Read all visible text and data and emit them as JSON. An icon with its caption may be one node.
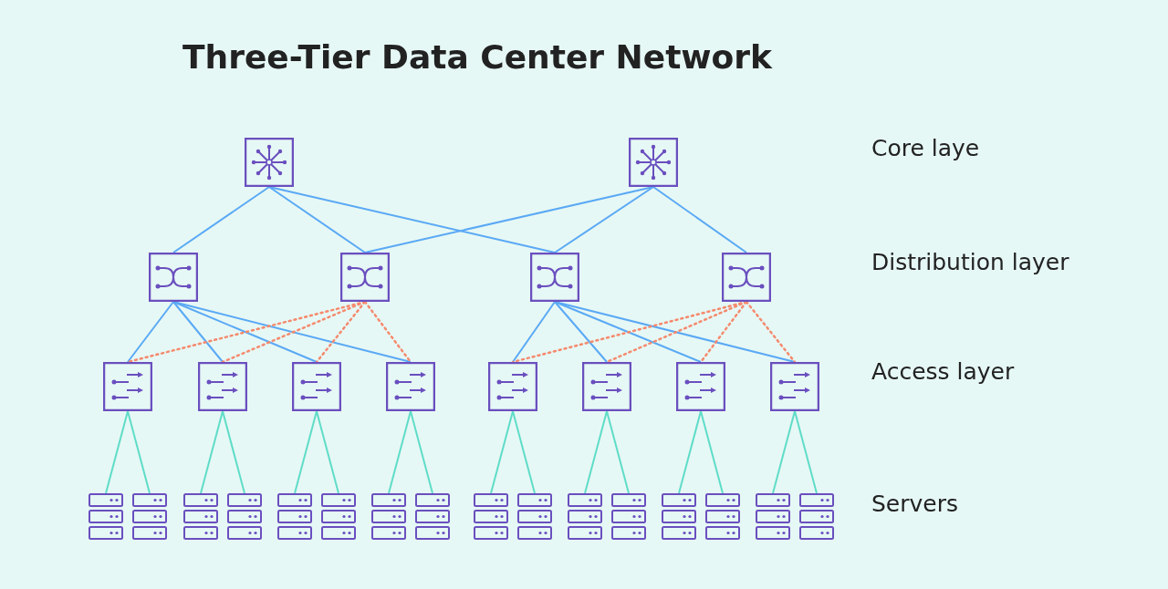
{
  "diagram": {
    "title": "Three-Tier Data Center Network",
    "nodes": [
      {
        "text": [],
        "shape": "picture"
      },
      {
        "text": [],
        "shape": "picture"
      },
      {
        "text": [],
        "shape": "picture"
      },
      {
        "text": [],
        "shape": "picture"
      },
      {
        "text": [],
        "shape": "picture"
      },
      {
        "text": [],
        "shape": "picture"
      },
      {
        "text": [],
        "shape": "picture"
      },
      {
        "text": [],
        "shape": "picture"
      },
      {
        "text": [],
        "shape": "picture"
      },
      {
        "text": [],
        "shape": "picture"
      },
      {
        "text": [],
        "shape": "picture"
      },
      {
        "text": [],
        "shape": "picture"
      },
      {
        "text": [],
        "shape": "picture"
      },
      {
        "text": [],
        "shape": "picture"
      },
      {
        "text": [],
        "shape": "picture"
      },
      {
        "text": [],
        "shape": "picture"
      },
      {
        "text": [],
        "shape": "picture"
      },
      {
        "text": [],
        "shape": "picture"
      },
      {
        "text": [],
        "shape": "picture"
      },
      {
        "text": [],
        "shape": "picture"
      },
      {
        "text": [],
        "shape": "picture"
      },
      {
        "text": [],
        "shape": "picture"
      },
      {
        "text": [],
        "shape": "picture"
      },
      {
        "text": [],
        "shape": "picture"
      },
      {
        "text": [],
        "shape": "picture"
      },
      {
        "text": [],
        "shape": "picture"
      },
      {
        "text": [],
        "shape": "picture"
      },
      {
        "text": [],
        "shape": "picture"
      },
      {
        "text": [],
        "shape": "picture"
      },
      {
        "text": [],
        "shape": "picture"
      }
    ],
    "edges": [
      {
        "from": 0,
        "to": 2,
        "arrow": "none",
        "color": "#5aa9f5"
      },
      {
        "from": 0,
        "to": 3,
        "arrow": "none",
        "color": "#5aa9f5"
      },
      {
        "from": 0,
        "to": 4,
        "arrow": "none",
        "color": "#5aa9f5"
      },
      {
        "from": 1,
        "to": 3,
        "arrow": "none",
        "color": "#5aa9f5"
      },
      {
        "from": 1,
        "to": 4,
        "arrow": "none",
        "color": "#5aa9f5"
      },
      {
        "from": 1,
        "to": 5,
        "arrow": "none",
        "color": "#5aa9f5"
      },
      {
        "from": 2,
        "to": 6,
        "arrow": "none",
        "color": "#5aa9f5"
      },
      {
        "from": 2,
        "to": 7,
        "arrow": "none",
        "color": "#5aa9f5"
      },
      {
        "from": 2,
        "to": 8,
        "arrow": "none",
        "color": "#5aa9f5"
      },
      {
        "from": 2,
        "to": 9,
        "arrow": "none",
        "color": "#5aa9f5"
      },
      {
        "from": 3,
        "to": 6,
        "arrow": "none",
        "style": "dashed",
        "color": "#f58a6e"
      },
      {
        "from": 3,
        "to": 7,
        "arrow": "none",
        "style": "dashed",
        "color": "#f58a6e"
      },
      {
        "from": 3,
        "to": 8,
        "arrow": "none",
        "style": "dashed",
        "color": "#f58a6e"
      },
      {
        "from": 3,
        "to": 9,
        "arrow": "none",
        "style": "dashed",
        "color": "#f58a6e"
      },
      {
        "from": 4,
        "to": 10,
        "arrow": "none",
        "color": "#5aa9f5"
      },
      {
        "from": 4,
        "to": 11,
        "arrow": "none",
        "color": "#5aa9f5"
      },
      {
        "from": 4,
        "to": 12,
        "arrow": "none",
        "color": "#5aa9f5"
      },
      {
        "from": 4,
        "to": 13,
        "arrow": "none",
        "color": "#5aa9f5"
      },
      {
        "from": 5,
        "to": 10,
        "arrow": "none",
        "style": "dashed",
        "color": "#f58a6e"
      },
      {
        "from": 5,
        "to": 11,
        "arrow": "none",
        "style": "dashed",
        "color": "#f58a6e"
      },
      {
        "from": 5,
        "to": 12,
        "arrow": "none",
        "style": "dashed",
        "color": "#f58a6e"
      },
      {
        "from": 5,
        "to": 13,
        "arrow": "none",
        "style": "dashed",
        "color": "#f58a6e"
      },
      {
        "from": 6,
        "to": 14,
        "arrow": "none"
      },
      {
        "from": 6,
        "to": 15,
        "arrow": "none"
      },
      {
        "from": 7,
        "to": 16,
        "arrow": "none"
      },
      {
        "from": 7,
        "to": 17,
        "arrow": "none"
      },
      {
        "from": 8,
        "to": 18,
        "arrow": "none"
      },
      {
        "from": 8,
        "to": 19,
        "arrow": "none"
      },
      {
        "from": 9,
        "to": 20,
        "arrow": "none"
      },
      {
        "from": 9,
        "to": 21,
        "arrow": "none"
      },
      {
        "from": 10,
        "to": 22,
        "arrow": "none"
      },
      {
        "from": 10,
        "to": 23,
        "arrow": "none"
      },
      {
        "from": 11,
        "to": 24,
        "arrow": "none"
      },
      {
        "from": 11,
        "to": 25,
        "arrow": "none"
      },
      {
        "from": 12,
        "to": 26,
        "arrow": "none"
      },
      {
        "from": 12,
        "to": 27,
        "arrow": "none"
      },
      {
        "from": 13,
        "to": 28,
        "arrow": "none"
      },
      {
        "from": 13,
        "to": 29,
        "arrow": "none"
      }
    ],
    "labels": [
      "Core laye",
      "Distribution layer",
      "Access layer",
      "Servers"
    ]
  }
}
